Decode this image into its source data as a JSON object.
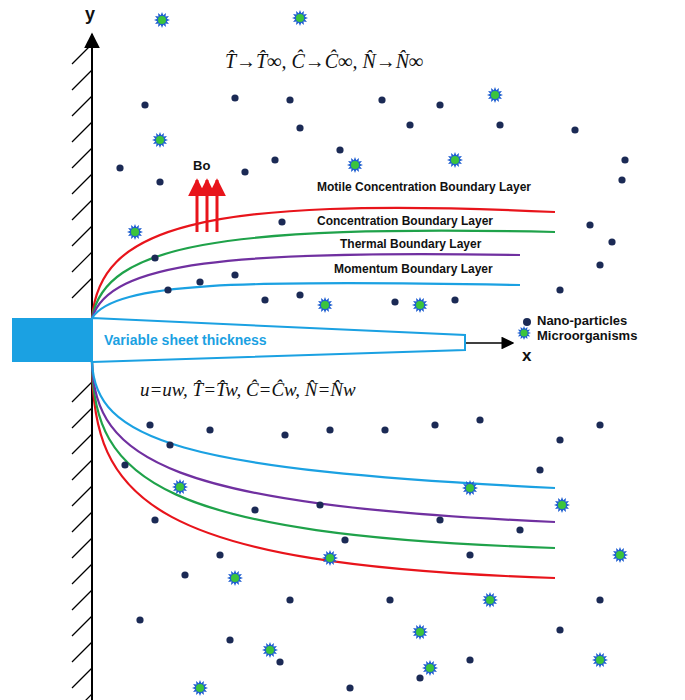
{
  "diagram": {
    "nodes": [
      {
        "text": [
          "Variable sheet thickness"
        ]
      }
    ],
    "labels": [
      "y",
      "T̂→T̂∞, Ĉ→Ĉ∞, N̂→N̂∞",
      "Bo",
      "Motile Concentration Boundary Layer",
      "Concentration Boundary Layer",
      "Thermal Boundary Layer",
      "Momentum Boundary Layer",
      "x",
      "u=uw, T̂=T̂w, Ĉ=Ĉw, N̂=N̂w"
    ],
    "legend": [
      {
        "text": "Nano-particles"
      },
      {
        "text": "Microorganisms"
      }
    ]
  }
}
